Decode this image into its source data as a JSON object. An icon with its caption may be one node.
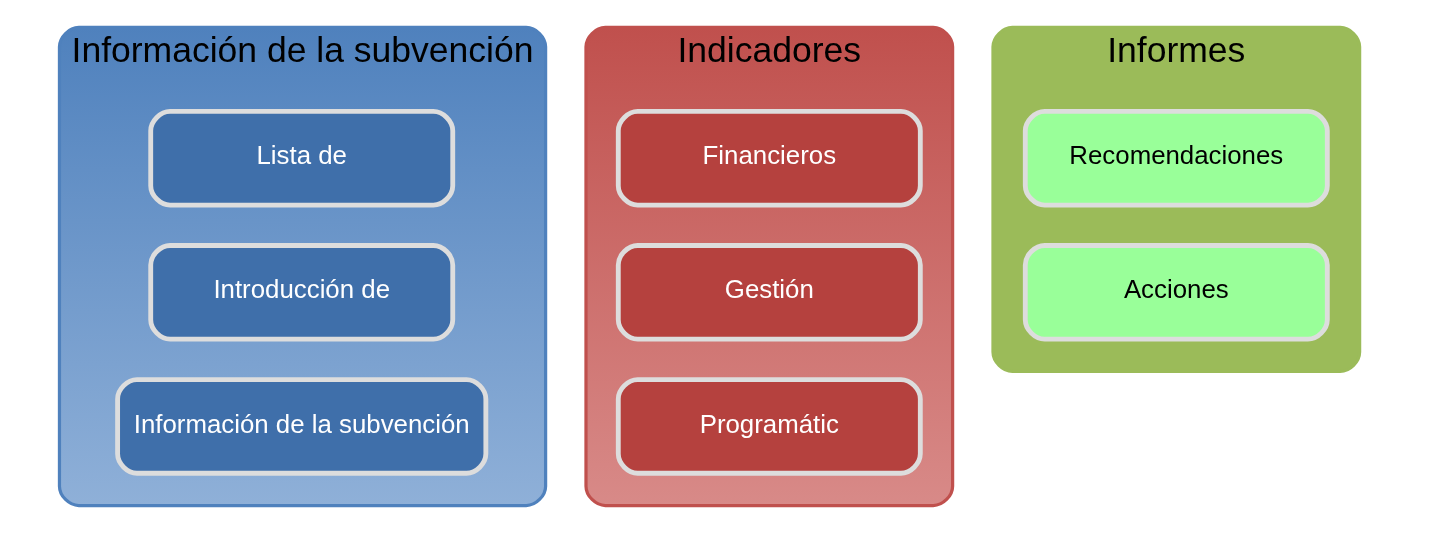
{
  "diagram": {
    "nodes": [
      {
        "text": [
          "Información de la subvención"
        ]
      },
      {
        "text": [
          "Lista de"
        ],
        "in": 0
      },
      {
        "text": [
          "Introducción de"
        ],
        "in": 0
      },
      {
        "text": [
          "Información de la subvención"
        ],
        "in": 0
      },
      {
        "text": [
          "Indicadores"
        ]
      },
      {
        "text": [
          "Financieros"
        ],
        "in": 4
      },
      {
        "text": [
          "Gestión"
        ],
        "in": 4
      },
      {
        "text": [
          "Programátic"
        ],
        "in": 4
      },
      {
        "text": [
          "Informes"
        ]
      },
      {
        "text": [
          "Recomendaciones"
        ],
        "in": 8
      },
      {
        "text": [
          "Acciones"
        ],
        "in": 8
      }
    ]
  }
}
